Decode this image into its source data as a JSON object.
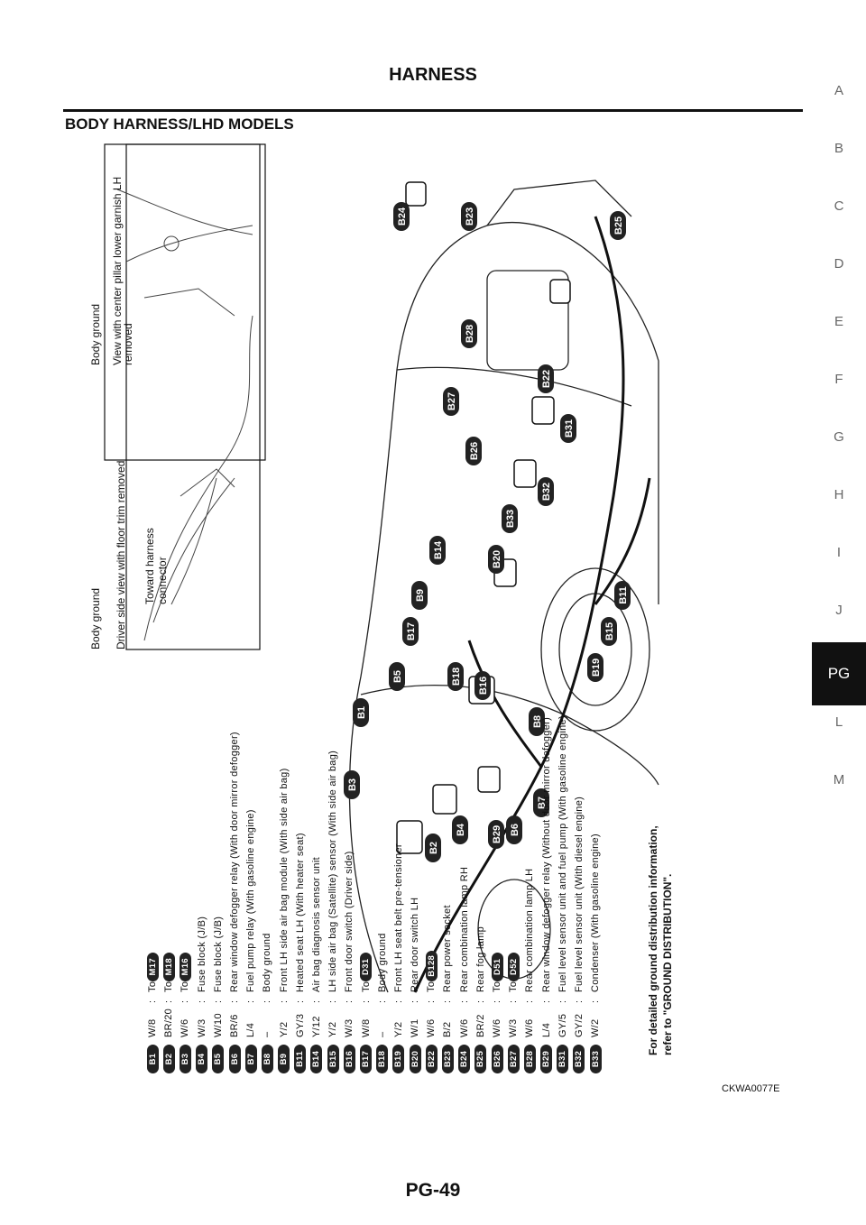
{
  "header": {
    "title": "HARNESS"
  },
  "section": {
    "title": "BODY HARNESS/LHD MODELS"
  },
  "side_tabs": [
    {
      "label": "A",
      "active": false
    },
    {
      "label": "B",
      "active": false
    },
    {
      "label": "C",
      "active": false
    },
    {
      "label": "D",
      "active": false
    },
    {
      "label": "E",
      "active": false
    },
    {
      "label": "F",
      "active": false
    },
    {
      "label": "G",
      "active": false
    },
    {
      "label": "H",
      "active": false
    },
    {
      "label": "I",
      "active": false
    },
    {
      "label": "J",
      "active": false
    },
    {
      "label": "PG",
      "active": true
    },
    {
      "label": "L",
      "active": false
    },
    {
      "label": "M",
      "active": false
    }
  ],
  "legend": [
    {
      "id": "B1",
      "code": "W/8",
      "desc": "To",
      "ref": "M17"
    },
    {
      "id": "B2",
      "code": "BR/20",
      "desc": "To",
      "ref": "M18"
    },
    {
      "id": "B3",
      "code": "W/6",
      "desc": "To",
      "ref": "M16"
    },
    {
      "id": "B4",
      "code": "W/3",
      "desc": "Fuse block (J/B)",
      "ref": ""
    },
    {
      "id": "B5",
      "code": "W/10",
      "desc": "Fuse block (J/B)",
      "ref": ""
    },
    {
      "id": "B6",
      "code": "BR/6",
      "desc": "Rear window defogger relay (With door mirror defogger)",
      "ref": ""
    },
    {
      "id": "B7",
      "code": "L/4",
      "desc": "Fuel pump relay (With gasoline engine)",
      "ref": ""
    },
    {
      "id": "B8",
      "code": "–",
      "desc": "Body ground",
      "ref": ""
    },
    {
      "id": "B9",
      "code": "Y/2",
      "desc": "Front LH side air bag module (With side air bag)",
      "ref": ""
    },
    {
      "id": "B11",
      "code": "GY/3",
      "desc": "Heated seat LH (With heater seat)",
      "ref": ""
    },
    {
      "id": "B14",
      "code": "Y/12",
      "desc": "Air bag diagnosis sensor unit",
      "ref": ""
    },
    {
      "id": "B15",
      "code": "Y/2",
      "desc": "LH side air bag (Satellite) sensor (With side air bag)",
      "ref": ""
    },
    {
      "id": "B16",
      "code": "W/3",
      "desc": "Front door switch (Driver side)",
      "ref": ""
    },
    {
      "id": "B17",
      "code": "W/8",
      "desc": "To",
      "ref": "D31"
    },
    {
      "id": "B18",
      "code": "–",
      "desc": "Body ground",
      "ref": ""
    },
    {
      "id": "B19",
      "code": "Y/2",
      "desc": "Front LH seat belt pre-tensioner",
      "ref": ""
    },
    {
      "id": "B20",
      "code": "W/1",
      "desc": "Rear door switch LH",
      "ref": ""
    },
    {
      "id": "B22",
      "code": "W/6",
      "desc": "To",
      "ref": "B128"
    },
    {
      "id": "B23",
      "code": "B/2",
      "desc": "Rear power socket",
      "ref": ""
    },
    {
      "id": "B24",
      "code": "W/6",
      "desc": "Rear combination lamp RH",
      "ref": ""
    },
    {
      "id": "B25",
      "code": "BR/2",
      "desc": "Rear fog lamp",
      "ref": ""
    },
    {
      "id": "B26",
      "code": "W/6",
      "desc": "To",
      "ref": "D51"
    },
    {
      "id": "B27",
      "code": "W/3",
      "desc": "To",
      "ref": "D52"
    },
    {
      "id": "B28",
      "code": "W/6",
      "desc": "Rear combination lamp LH",
      "ref": ""
    },
    {
      "id": "B29",
      "code": "L/4",
      "desc": "Rear window defogger relay (Without door mirror defogger)",
      "ref": ""
    },
    {
      "id": "B31",
      "code": "GY/5",
      "desc": "Fuel level sensor unit and fuel pump (With gasoline engine)",
      "ref": ""
    },
    {
      "id": "B32",
      "code": "GY/2",
      "desc": "Fuel level sensor unit (With diesel engine)",
      "ref": ""
    },
    {
      "id": "B33",
      "code": "W/2",
      "desc": "Condenser (With gasoline engine)",
      "ref": ""
    }
  ],
  "note": {
    "line1": "For detailed ground distribution information,",
    "line2": "refer to \"GROUND DISTRIBUTION\"."
  },
  "insets": {
    "left_title": "Driver side view with floor trim removed",
    "left_ground": "Body ground",
    "left_callout1": "Toward harness",
    "left_callout2": "connector",
    "right_title1": "View with center pillar lower garnish LH",
    "right_title2": "removed",
    "right_ground": "Body ground"
  },
  "diagram_labels": [
    "B1",
    "B2",
    "B3",
    "B4",
    "B5",
    "B6",
    "B7",
    "B8",
    "B9",
    "B11",
    "B14",
    "B15",
    "B16",
    "B17",
    "B18",
    "B19",
    "B20",
    "B22",
    "B23",
    "B24",
    "B25",
    "B26",
    "B27",
    "B28",
    "B29",
    "B31",
    "B32",
    "B33"
  ],
  "figure_code": "CKWA0077E",
  "footer": {
    "page": "PG-49"
  }
}
